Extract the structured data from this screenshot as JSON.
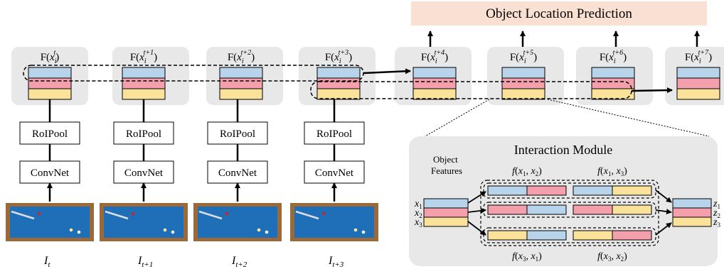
{
  "prediction_header": "Object Location Prediction",
  "features": [
    {
      "F": "F(",
      "x": "x",
      "sub": "i",
      "sup": "t",
      "close": ")"
    },
    {
      "F": "F(",
      "x": "x",
      "sub": "i",
      "sup": "t+1",
      "close": ")"
    },
    {
      "F": "F(",
      "x": "x",
      "sub": "i",
      "sup": "t+2",
      "close": ")"
    },
    {
      "F": "F(",
      "x": "x",
      "sub": "i",
      "sup": "t+3",
      "close": ")"
    },
    {
      "F": "F(",
      "x": "x",
      "sub": "i",
      "sup": "t+4",
      "close": ")"
    },
    {
      "F": "F(",
      "x": "x",
      "sub": "i",
      "sup": "t+5",
      "close": ")"
    },
    {
      "F": "F(",
      "x": "x",
      "sub": "i",
      "sup": "t+6",
      "close": ")"
    },
    {
      "F": "F(",
      "x": "x",
      "sub": "i",
      "sup": "t+7",
      "close": ")"
    }
  ],
  "roipool_label": "RoIPool",
  "convnet_label": "ConvNet",
  "frames": [
    {
      "base": "I",
      "sub": "t"
    },
    {
      "base": "I",
      "sub": "t+1"
    },
    {
      "base": "I",
      "sub": "t+2"
    },
    {
      "base": "I",
      "sub": "t+3"
    }
  ],
  "interaction": {
    "title": "Interaction Module",
    "object_features_label": [
      "Object",
      "Features"
    ],
    "inputs": [
      {
        "base": "x",
        "sub": "1"
      },
      {
        "base": "x",
        "sub": "2"
      },
      {
        "base": "x",
        "sub": "3"
      }
    ],
    "outputs": [
      {
        "base": "z",
        "sub": "1"
      },
      {
        "base": "z",
        "sub": "2"
      },
      {
        "base": "z",
        "sub": "3"
      }
    ],
    "pair_labels_top": [
      {
        "f": "f(",
        "a": "x",
        "as": "1",
        "b": "x",
        "bs": "2"
      },
      {
        "f": "f(",
        "a": "x",
        "as": "1",
        "b": "x",
        "bs": "3"
      }
    ],
    "pair_labels_bottom": [
      {
        "f": "f(",
        "a": "x",
        "as": "3",
        "b": "x",
        "bs": "1"
      },
      {
        "f": "f(",
        "a": "x",
        "as": "3",
        "b": "x",
        "bs": "2"
      }
    ]
  },
  "colors": {
    "blue": "#b8d4ea",
    "red": "#f4a0ac",
    "yellow": "#fbe29b",
    "panel": "#e8e8e8",
    "header": "#fae0d2",
    "table_felt": "#1f6fb8",
    "table_frame": "#9b6a3a"
  }
}
